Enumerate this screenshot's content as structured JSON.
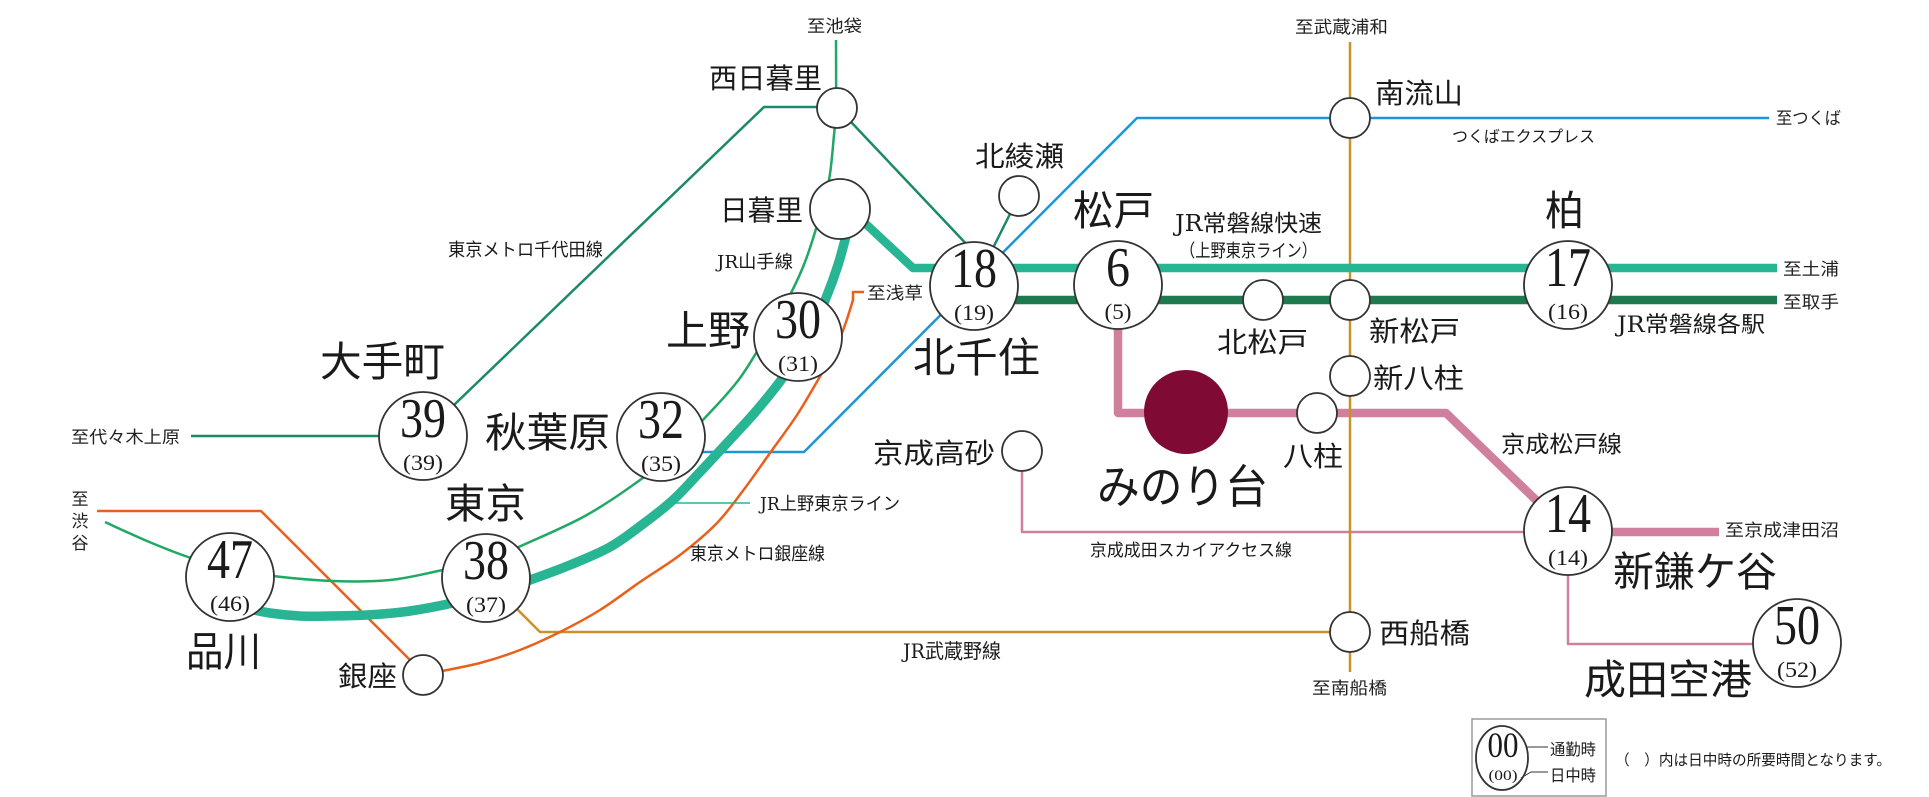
{
  "colors": {
    "time_number": "#7f0a34",
    "home_station": "#7f0a34",
    "station_stroke": "#333333",
    "legend_border": "#9a9a9a"
  },
  "lines": {
    "chiyoda": {
      "label": "東京メトロ千代田線",
      "color": "#1a8a6a"
    },
    "yamanote": {
      "label": "JR山手線",
      "color": "#20a865"
    },
    "joban_rapid": {
      "label": "JR常磐線快速",
      "sublabel": "（上野東京ライン）",
      "color": "#27b594"
    },
    "tsukuba_express": {
      "label": "つくばエクスプレス",
      "color": "#1a96d4"
    },
    "joban_local": {
      "label": "JR常磐線各駅",
      "color": "#1e7a4e"
    },
    "ueno_tokyo": {
      "label": "JR上野東京ライン",
      "color": "#27b594"
    },
    "ginza": {
      "label": "東京メトロ銀座線",
      "color": "#e8601c"
    },
    "sky_access": {
      "label": "京成成田スカイアクセス線",
      "color": "#d0809e"
    },
    "keisei_matsudo": {
      "label": "京成松戸線",
      "color": "#d0809e"
    },
    "musashino": {
      "label": "JR武蔵野線",
      "color": "#c8922a"
    }
  },
  "major_stations": {
    "otemachi": {
      "name": "大手町",
      "commute": "39",
      "daytime": "(39)"
    },
    "akihabara": {
      "name": "秋葉原",
      "commute": "32",
      "daytime": "(35)"
    },
    "ueno": {
      "name": "上野",
      "commute": "30",
      "daytime": "(31)"
    },
    "kitasenju": {
      "name": "北千住",
      "commute": "18",
      "daytime": "(19)"
    },
    "matsudo": {
      "name": "松戸",
      "commute": "6",
      "daytime": "(5)"
    },
    "tokyo": {
      "name": "東京",
      "commute": "38",
      "daytime": "(37)"
    },
    "shinagawa": {
      "name": "品川",
      "commute": "47",
      "daytime": "(46)"
    },
    "kashiwa": {
      "name": "柏",
      "commute": "17",
      "daytime": "(16)"
    },
    "shin_kamagaya": {
      "name": "新鎌ケ谷",
      "commute": "14",
      "daytime": "(14)"
    },
    "narita_airport": {
      "name": "成田空港",
      "commute": "50",
      "daytime": "(52)"
    }
  },
  "minor_stations": {
    "nishi_nippori": "西日暮里",
    "nippori": "日暮里",
    "kita_ayase": "北綾瀬",
    "ginza": "銀座",
    "minami_nagareyama": "南流山",
    "kita_matsudo": "北松戸",
    "shin_matsudo": "新松戸",
    "shin_yabashira": "新八柱",
    "yabashira": "八柱",
    "keisei_takasago": "京成高砂",
    "nishi_funabashi": "西船橋"
  },
  "home_station": {
    "name": "みのり台"
  },
  "destinations": {
    "ikebukuro": "至池袋",
    "musashi_urawa": "至武蔵浦和",
    "tsukuba": "至つくば",
    "tsuchiura": "至土浦",
    "toride": "至取手",
    "keisei_tsudanuma": "至京成津田沼",
    "minami_funabashi": "至南船橋",
    "yoyogi_uehara": "至代々木上原",
    "shibuya": [
      "至",
      "渋",
      "谷"
    ],
    "asakusa": "至浅草"
  },
  "legend": {
    "commute_sample": "00",
    "daytime_sample": "(00)",
    "commute_label": "通勤時",
    "daytime_label": "日中時",
    "note": "（　）内は日中時の所要時間となります。"
  }
}
